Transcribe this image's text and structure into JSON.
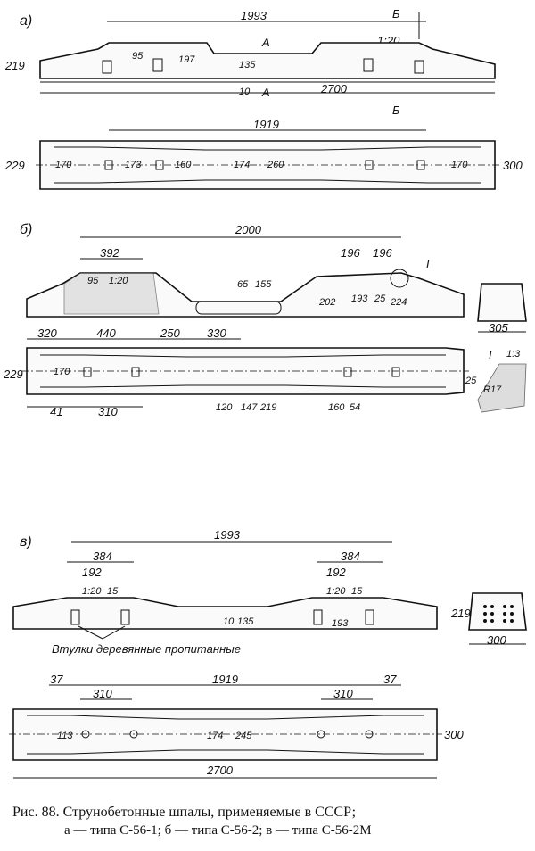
{
  "sections": {
    "a": {
      "label": "а)",
      "dims": [
        "1993",
        "Б",
        "1:20",
        "219",
        "95",
        "197",
        "А",
        "135",
        "10",
        "А",
        "2700",
        "Б",
        "1919",
        "229",
        "170",
        "173",
        "160",
        "174",
        "260",
        "170",
        "300"
      ]
    },
    "b": {
      "label": "б)",
      "dims": [
        "2000",
        "392",
        "196",
        "196",
        "I",
        "95",
        "1:20",
        "65",
        "155",
        "202",
        "193",
        "25",
        "224",
        "305",
        "320",
        "440",
        "250",
        "330",
        "229",
        "170",
        "120",
        "147",
        "219",
        "160",
        "54",
        "41",
        "310",
        "I",
        "1:3",
        "25",
        "R17"
      ]
    },
    "c": {
      "label": "в)",
      "dims": [
        "1993",
        "384",
        "384",
        "192",
        "192",
        "1:20",
        "15",
        "1:20",
        "15",
        "10",
        "135",
        "193",
        "219",
        "300",
        "37",
        "1919",
        "37",
        "310",
        "310",
        "113",
        "174",
        "245",
        "300",
        "2700"
      ],
      "note": "Втулки деревянные пропитанные"
    }
  },
  "caption": {
    "line1": "Рис. 88. Струнобетонные шпалы, применяемые в СССР;",
    "line2": "а — типа С-56-1; б — типа С-56-2; в — типа С-56-2М"
  }
}
